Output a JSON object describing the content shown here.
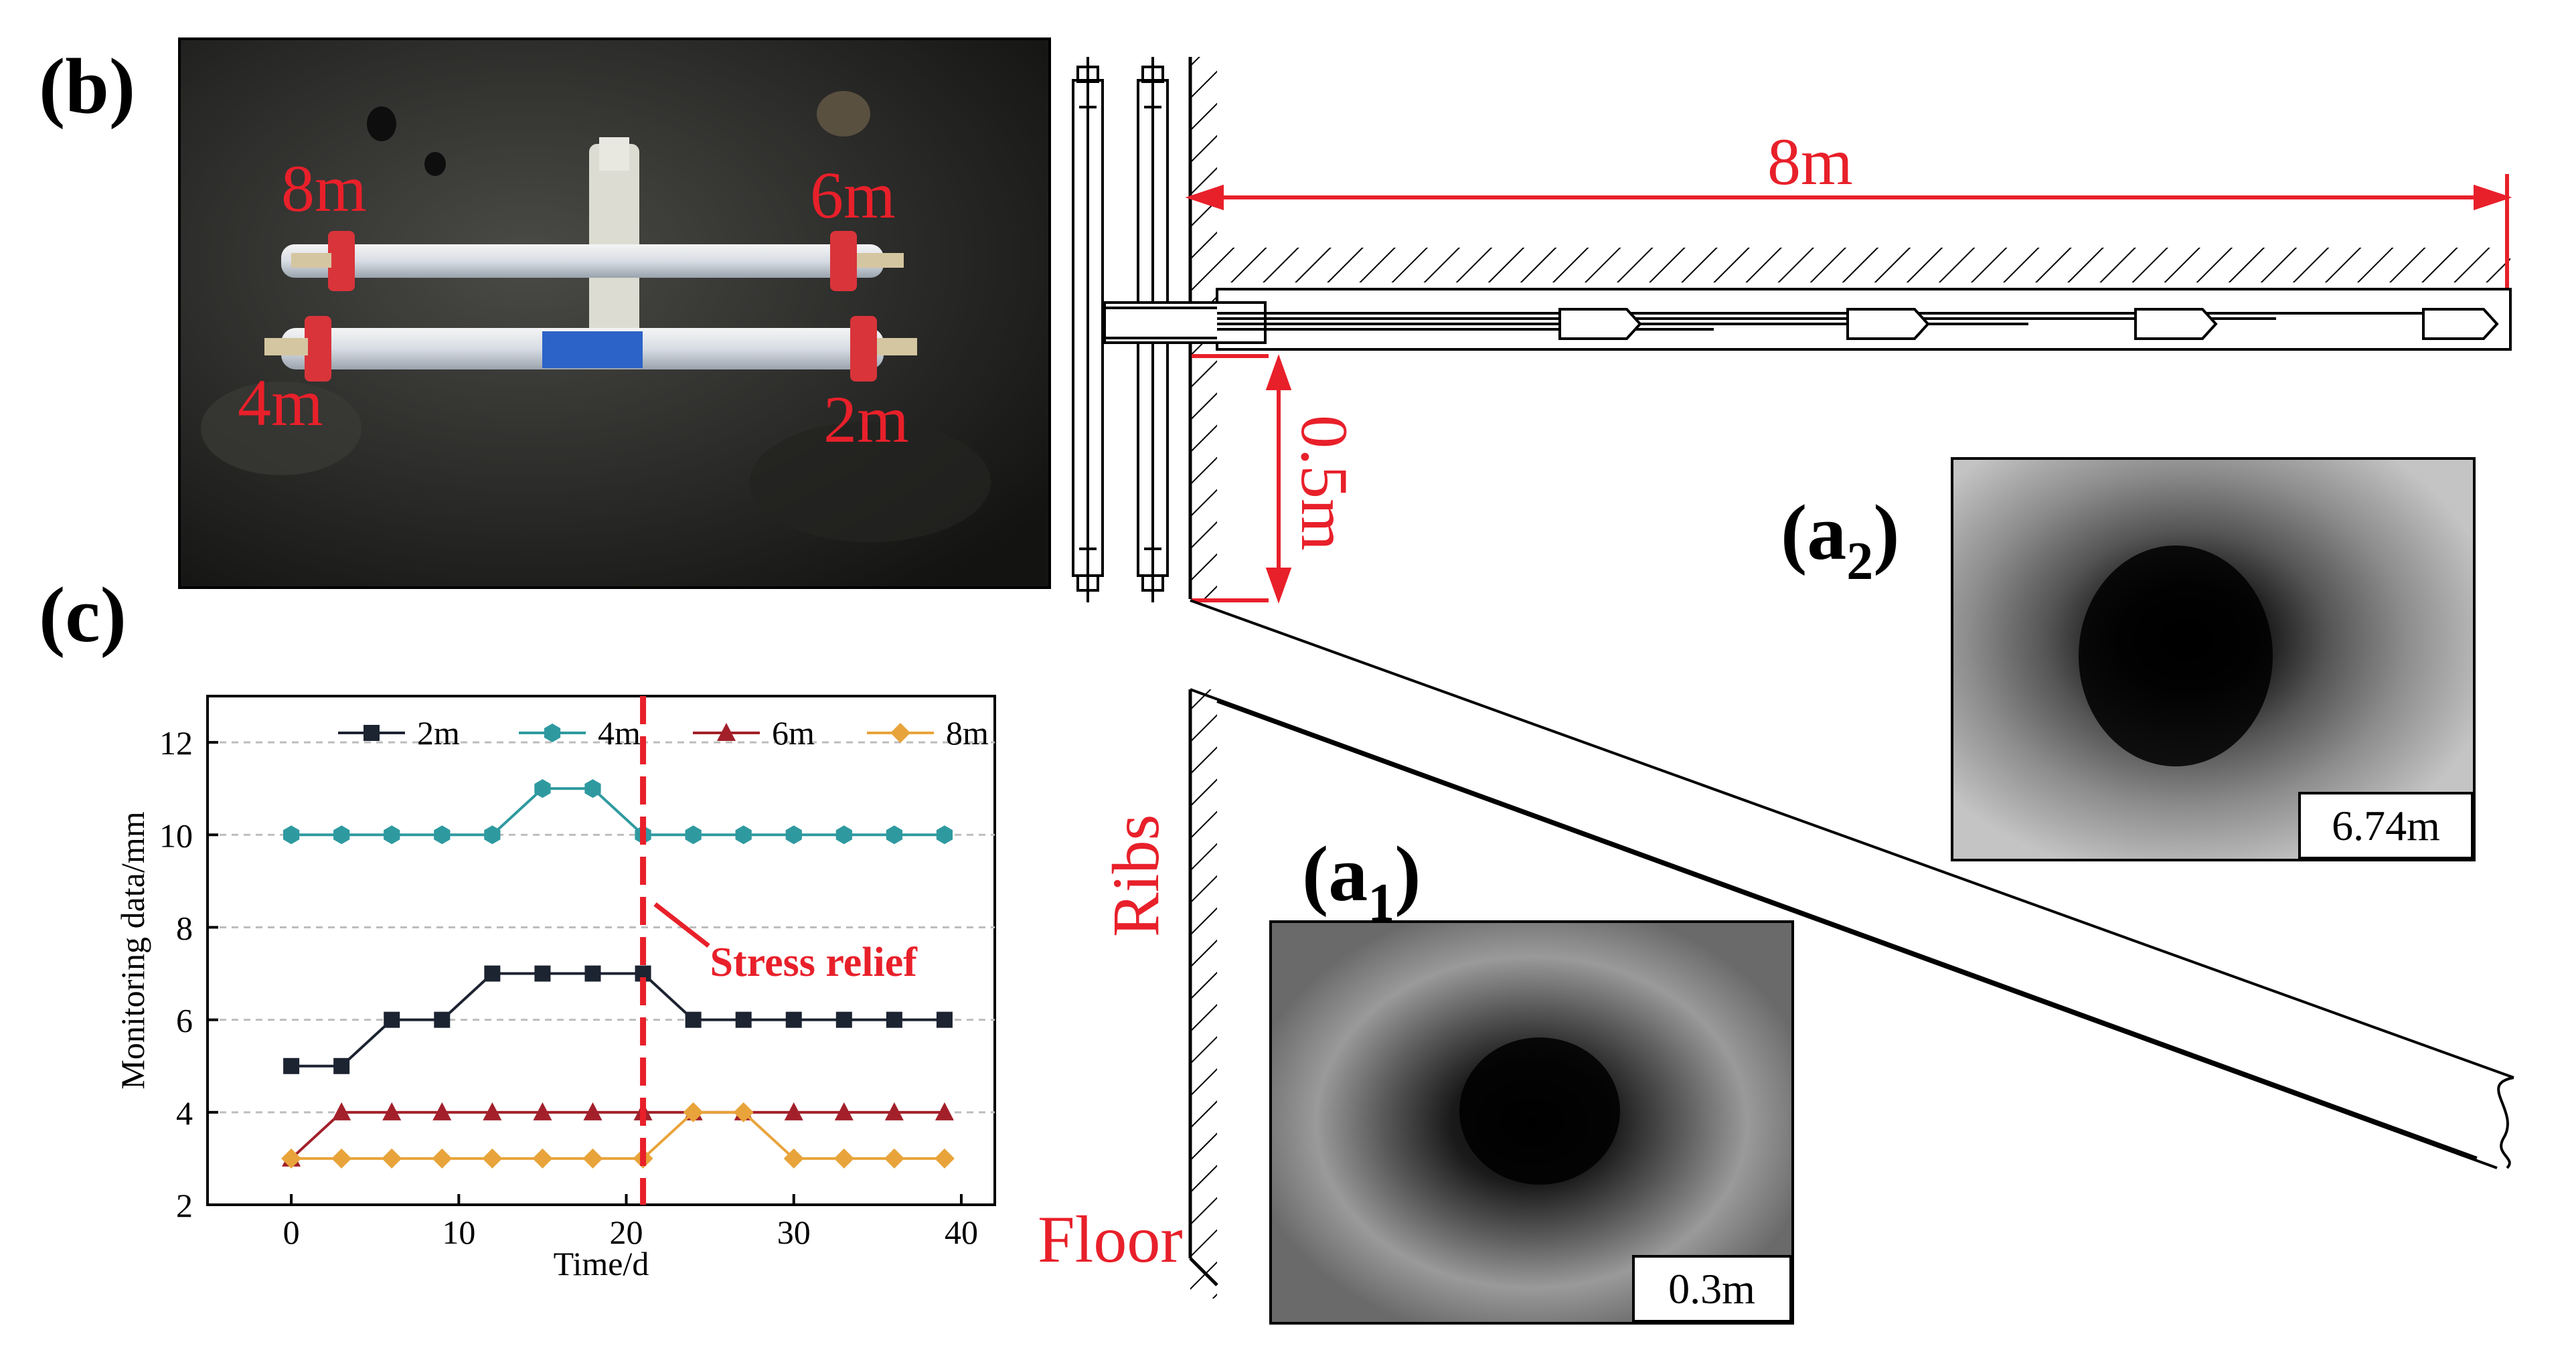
{
  "panels": {
    "b_label": "(b)",
    "c_label": "(c)",
    "a1_label": "(a",
    "a1_sub": "1",
    "a2_label": "(a",
    "a2_sub": "2",
    "close_paren": ")"
  },
  "photo": {
    "labels": [
      "8m",
      "6m",
      "4m",
      "2m"
    ],
    "label_color": "#e8202a"
  },
  "schematic": {
    "length_label": "8m",
    "offset_label": "0.5m",
    "ribs_label": "Ribs",
    "floor_label": "Floor",
    "dimension_color": "#e8202a"
  },
  "borehole_images": {
    "a1_depth": "0.3m",
    "a2_depth": "6.74m"
  },
  "chart_data": {
    "type": "line",
    "xlabel": "Time/d",
    "ylabel": "Monitoring data/mm",
    "xlim": [
      -5,
      42
    ],
    "ylim": [
      2,
      13
    ],
    "xticks": [
      0,
      10,
      20,
      30,
      40
    ],
    "yticks": [
      2,
      4,
      6,
      8,
      10,
      12
    ],
    "grid": true,
    "legend_position": "top",
    "annotation": {
      "text": "Stress relief",
      "x": 21,
      "color": "#e8202a"
    },
    "x": [
      0,
      3,
      6,
      9,
      12,
      15,
      18,
      21,
      24,
      27,
      30,
      33,
      36,
      39
    ],
    "series": [
      {
        "name": "2m",
        "color": "#1c2331",
        "marker": "square",
        "values": [
          5,
          5,
          6,
          6,
          7,
          7,
          7,
          7,
          6,
          6,
          6,
          6,
          6,
          6
        ]
      },
      {
        "name": "4m",
        "color": "#2e9aa0",
        "marker": "hexagon",
        "values": [
          10,
          10,
          10,
          10,
          10,
          11,
          11,
          10,
          10,
          10,
          10,
          10,
          10,
          10
        ]
      },
      {
        "name": "6m",
        "color": "#a3202a",
        "marker": "triangle",
        "values": [
          3,
          4,
          4,
          4,
          4,
          4,
          4,
          4,
          4,
          4,
          4,
          4,
          4,
          4
        ]
      },
      {
        "name": "8m",
        "color": "#e8a43a",
        "marker": "diamond",
        "values": [
          3,
          3,
          3,
          3,
          3,
          3,
          3,
          3,
          4,
          4,
          3,
          3,
          3,
          3
        ]
      }
    ]
  }
}
